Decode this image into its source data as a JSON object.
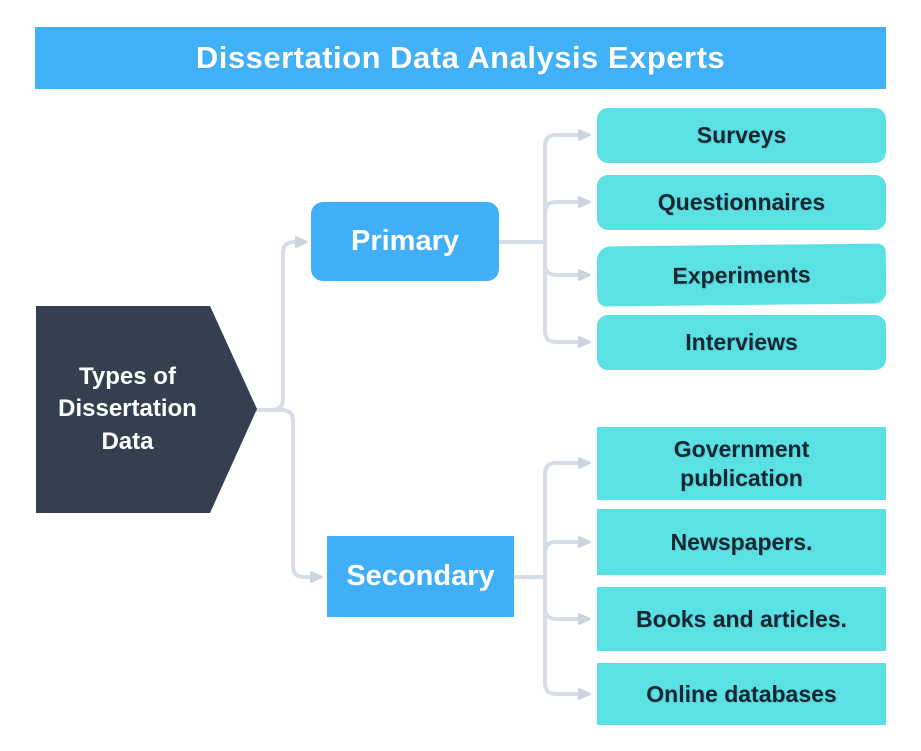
{
  "header": {
    "title": "Dissertation Data Analysis Experts"
  },
  "root": {
    "label": "Types of\nDissertation\nData"
  },
  "branches": [
    {
      "label": "Primary",
      "children": [
        "Surveys",
        "Questionnaires",
        "Experiments",
        "Interviews"
      ]
    },
    {
      "label": "Secondary",
      "children": [
        "Government\npublication",
        "Newspapers.",
        "Books and articles.",
        "Online databases"
      ]
    }
  ],
  "colors": {
    "banner_blue": "#41b2fa",
    "node_blue": "#41aff8",
    "leaf_teal": "#5be1e3",
    "root_navy": "#344050",
    "connector_gray": "#d7dde7",
    "leaf_text": "#152733",
    "white": "#ffffff"
  }
}
